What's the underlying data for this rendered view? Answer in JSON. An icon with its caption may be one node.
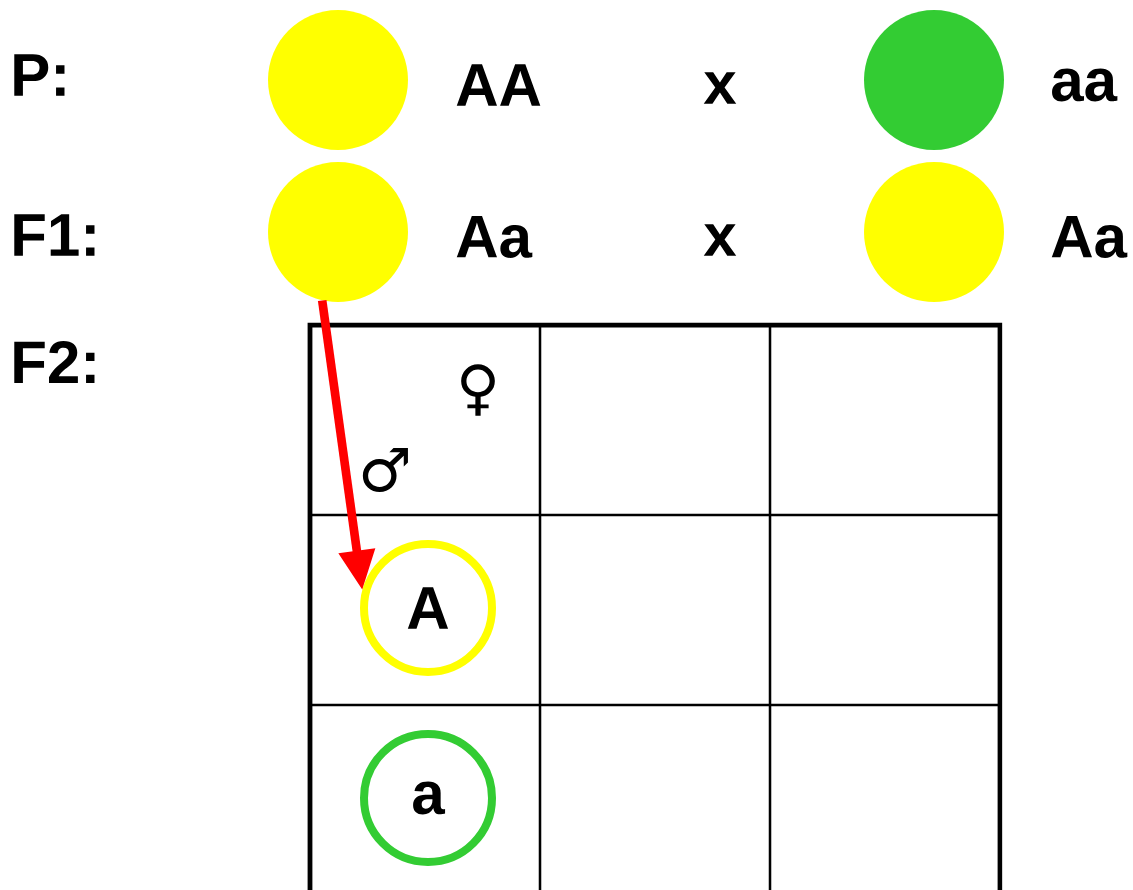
{
  "diagram": {
    "nodes": [
      {
        "text": [],
        "shape": "circle",
        "beside": [
          "AA"
        ]
      },
      {
        "text": [],
        "shape": "circle",
        "beside": [
          "aa"
        ]
      },
      {
        "text": [],
        "shape": "circle",
        "beside": [
          "Aa"
        ]
      },
      {
        "text": [],
        "shape": "circle",
        "beside": [
          "Aa"
        ]
      },
      {
        "text": [
          "A"
        ]
      },
      {
        "text": [
          "a"
        ]
      }
    ],
    "edges": [
      {
        "from": 2,
        "to": 4,
        "arrow": "to",
        "color": "#ff0000"
      }
    ],
    "labels": [
      "P:",
      "x",
      "F1:",
      "x",
      "F2:",
      "♀",
      "♂"
    ]
  }
}
